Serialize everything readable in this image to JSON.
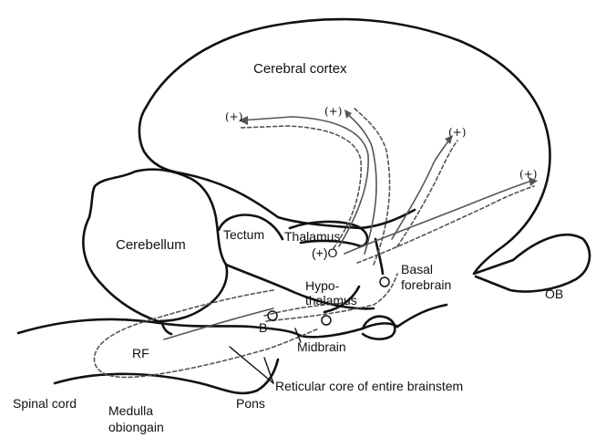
{
  "labels": {
    "cerebral_cortex": "Cerebral cortex",
    "cerebellum": "Cerebellum",
    "tectum": "Tectum",
    "thalamus": "Thalamus",
    "thalamus_marker": "(+)O",
    "hypothalamus_line1": "Hypo-",
    "hypothalamus_line2": "thalamus",
    "basal_forebrain_line1": "Basal",
    "basal_forebrain_line2": "forebrain",
    "ob": "OB",
    "rf": "RF",
    "b_marker": "B",
    "midbrain": "Midbrain",
    "reticular_core": "Reticular core of entire brainstem",
    "spinal_cord": "Spinal cord",
    "medulla_line1": "Medulla",
    "medulla_line2": "obiongain",
    "pons": "Pons"
  },
  "projection_markers": [
    "(+)",
    "(+)",
    "(+)",
    "(+)"
  ],
  "nucleus_markers": [
    "O",
    "O",
    "O",
    "O"
  ],
  "legend_styles": [
    "solid",
    "dashed"
  ]
}
